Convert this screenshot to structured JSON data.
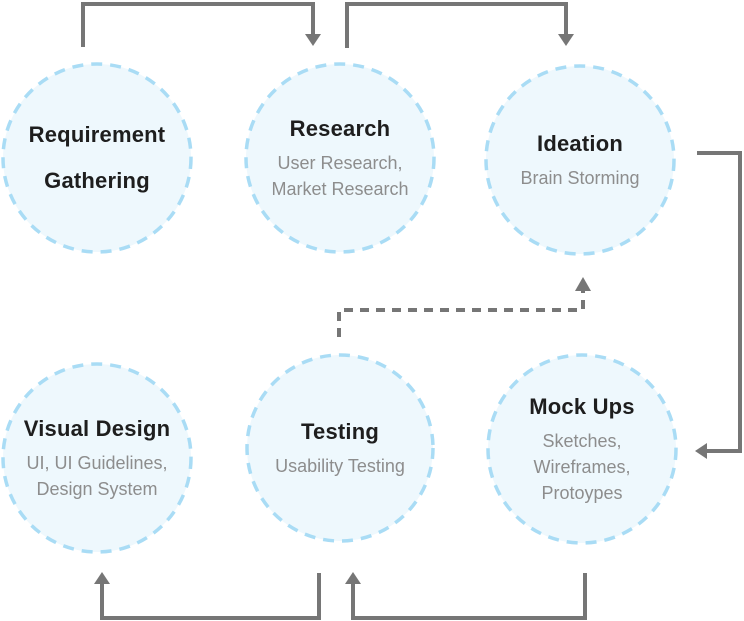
{
  "diagram": {
    "colors": {
      "background": "#ffffff",
      "node_fill": "#eef8fd",
      "node_border": "#a9dcf5",
      "arrow": "#767676",
      "title_text": "#1e1e1e",
      "subtitle_text": "#8d8d8d"
    },
    "nodes": [
      {
        "id": "requirement-gathering",
        "title_lines": [
          "Requirement",
          "Gathering"
        ],
        "subtitle_lines": []
      },
      {
        "id": "research",
        "title_lines": [
          "Research"
        ],
        "subtitle_lines": [
          "User Research,",
          "Market Research"
        ]
      },
      {
        "id": "ideation",
        "title_lines": [
          "Ideation"
        ],
        "subtitle_lines": [
          "Brain Storming"
        ]
      },
      {
        "id": "visual-design",
        "title_lines": [
          "Visual Design"
        ],
        "subtitle_lines": [
          "UI, UI Guidelines,",
          "Design System"
        ]
      },
      {
        "id": "testing",
        "title_lines": [
          "Testing"
        ],
        "subtitle_lines": [
          "Usability Testing"
        ]
      },
      {
        "id": "mock-ups",
        "title_lines": [
          "Mock Ups"
        ],
        "subtitle_lines": [
          "Sketches,",
          "Wireframes,",
          "Protoypes"
        ]
      }
    ],
    "connections": [
      {
        "from": "requirement-gathering",
        "to": "research",
        "style": "solid",
        "route": "top"
      },
      {
        "from": "research",
        "to": "ideation",
        "style": "solid",
        "route": "top"
      },
      {
        "from": "ideation",
        "to": "mock-ups",
        "style": "solid",
        "route": "right"
      },
      {
        "from": "mock-ups",
        "to": "testing",
        "style": "solid",
        "route": "bottom"
      },
      {
        "from": "testing",
        "to": "visual-design",
        "style": "solid",
        "route": "bottom"
      },
      {
        "from": "testing",
        "to": "ideation",
        "style": "dashed",
        "route": "middle"
      }
    ]
  }
}
